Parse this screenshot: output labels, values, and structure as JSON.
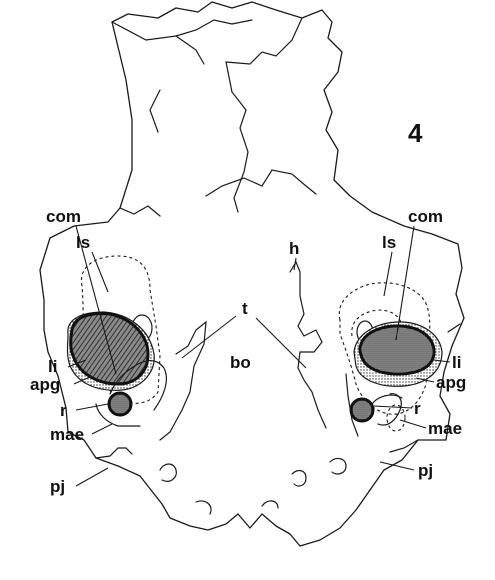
{
  "figure": {
    "number": "4",
    "labels": {
      "ls_left": "ls",
      "com_left": "com",
      "li_left": "li",
      "apg_left": "apg",
      "r_left": "r",
      "mae_left": "mae",
      "pj_left": "pj",
      "ls_right": "ls",
      "com_right": "com",
      "li_right": "li",
      "apg_right": "apg",
      "r_right": "r",
      "mae_right": "mae",
      "pj_right": "pj",
      "h": "h",
      "t": "t",
      "bo": "bo"
    }
  }
}
